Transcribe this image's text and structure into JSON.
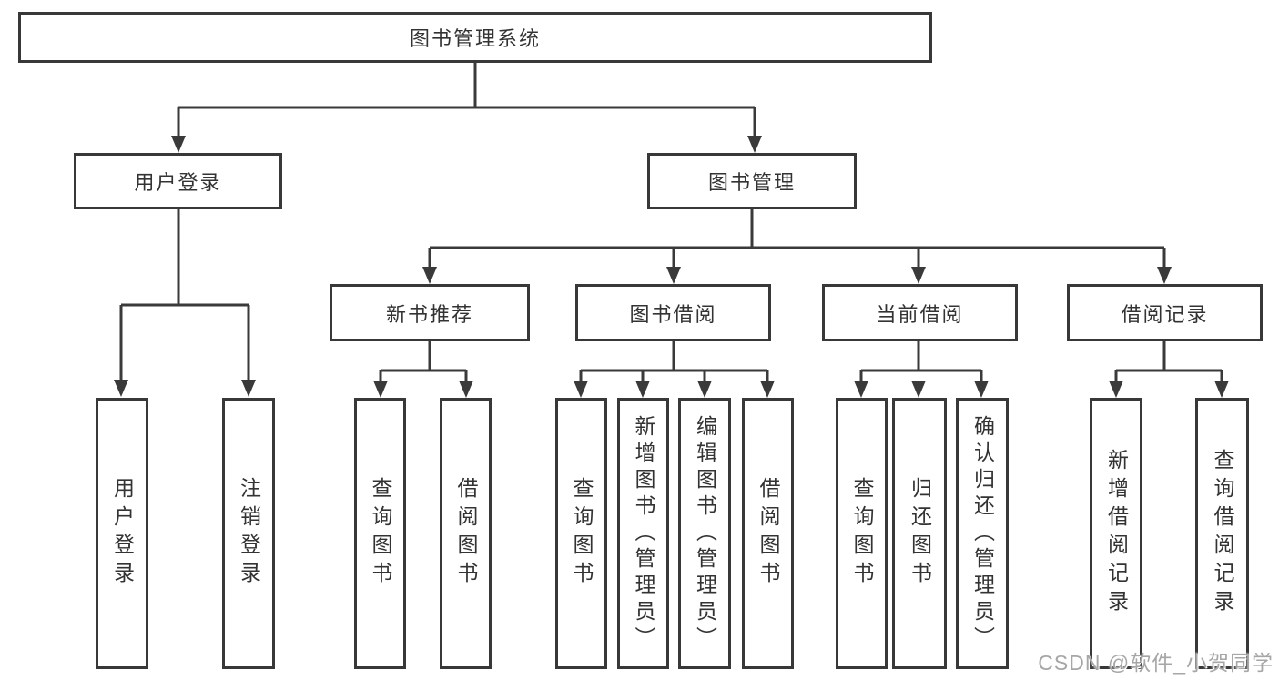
{
  "diagram": {
    "title": "图书管理系统",
    "type": "function-structure-chart",
    "colors": {
      "line": "#3a3a3a",
      "box_border": "#383838",
      "text": "#333333",
      "watermark": "#a6a6a6",
      "background": "#ffffff"
    },
    "nodes": {
      "root": {
        "label": "图书管理系统"
      },
      "l2": [
        {
          "id": "user-login",
          "label": "用户登录"
        },
        {
          "id": "book-management",
          "label": "图书管理"
        }
      ],
      "l3": [
        {
          "id": "new-book-recommend",
          "label": "新书推荐",
          "parent": "图书管理"
        },
        {
          "id": "book-borrow",
          "label": "图书借阅",
          "parent": "图书管理"
        },
        {
          "id": "current-borrow",
          "label": "当前借阅",
          "parent": "图书管理"
        },
        {
          "id": "borrow-records",
          "label": "借阅记录",
          "parent": "图书管理"
        }
      ],
      "leaves": [
        {
          "id": "leaf-user-login",
          "label": "用户登录",
          "parent": "用户登录"
        },
        {
          "id": "leaf-logout",
          "label": "注销登录",
          "parent": "用户登录"
        },
        {
          "id": "leaf-query-book-1",
          "label": "查询图书",
          "parent": "新书推荐"
        },
        {
          "id": "leaf-borrow-book-1",
          "label": "借阅图书",
          "parent": "新书推荐"
        },
        {
          "id": "leaf-query-book-2",
          "label": "查询图书",
          "parent": "图书借阅"
        },
        {
          "id": "leaf-add-book-admin",
          "label": "新增图书（管理员）",
          "parent": "图书借阅"
        },
        {
          "id": "leaf-edit-book-admin",
          "label": "编辑图书（管理员）",
          "parent": "图书借阅"
        },
        {
          "id": "leaf-borrow-book-2",
          "label": "借阅图书",
          "parent": "图书借阅"
        },
        {
          "id": "leaf-query-book-3",
          "label": "查询图书",
          "parent": "当前借阅"
        },
        {
          "id": "leaf-return-book",
          "label": "归还图书",
          "parent": "当前借阅"
        },
        {
          "id": "leaf-confirm-return-admin",
          "label": "确认归还（管理员）",
          "parent": "当前借阅"
        },
        {
          "id": "leaf-add-borrow-record",
          "label": "新增借阅记录",
          "parent": "借阅记录"
        },
        {
          "id": "leaf-query-borrow-record",
          "label": "查询借阅记录",
          "parent": "借阅记录"
        }
      ]
    },
    "watermark": "CSDN @软件_小贺同学"
  }
}
